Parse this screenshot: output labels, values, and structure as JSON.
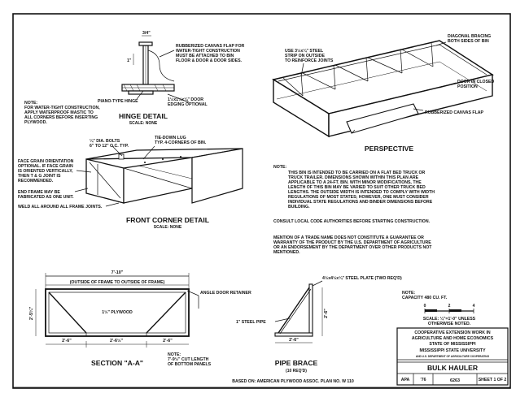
{
  "hinge_detail": {
    "title": "HINGE DETAIL",
    "scale": "SCALE: NONE",
    "labels": {
      "top_dim": "3/4\"",
      "side_dim": "1\"",
      "canvas_flap": [
        "RUBBERIZED CANVAS FLAP FOR",
        "WATER-TIGHT CONSTRUCTION",
        "MUST BE ATTACHED TO BIN",
        "FLOOR & DOOR & DOOR SIDES."
      ],
      "hinge": "PIANO-TYPE HINGE",
      "edging": [
        "1½x1½x¼\" DOOR",
        "EDGING OPTIONAL"
      ]
    }
  },
  "perspective": {
    "title": "PERSPECTIVE",
    "labels": {
      "steel_strip": [
        "USE 3½x¼\" STEEL",
        "STRIP ON OUTSIDE",
        "TO REINFORCE JOINTS"
      ],
      "bracing": [
        "DIAGONAL BRACING",
        "BOTH SIDES OF BIN"
      ],
      "door": [
        "DOOR IN CLOSED",
        "POSITION"
      ],
      "canvas": "RUBBERIZED CANVAS FLAP"
    }
  },
  "note_left": [
    "NOTE:",
    "FOR WATER-TIGHT CONSTRUCTION,",
    "APPLY WATERPROOF MASTIC TO",
    "ALL CORNERS BEFORE INSERTING",
    "PLYWOOD."
  ],
  "front_corner": {
    "title": "FRONT CORNER DETAIL",
    "scale": "SCALE: NONE",
    "labels": {
      "bolts": [
        "¼\" DIA. BOLTS",
        "6\" TO 12\" O.C. TYP."
      ],
      "lug": [
        "TIE-DOWN LUG",
        "TYP. 4-CORNERS OF BIN."
      ],
      "grain": [
        "FACE GRAIN ORIENTATION",
        "OPTIONAL. IF FACE GRAIN",
        "IS ORIENTED VERTICALLY,",
        "THEN T & G JOINT IS",
        "RECOMMENDED."
      ],
      "end_frame": [
        "END FRAME MAY BE",
        "FABRICATED AS ONE UNIT."
      ],
      "weld": "WELD ALL AROUND ALL FRAME JOINTS."
    }
  },
  "note_right": {
    "heading": "NOTE:",
    "lines": [
      "THIS BIN IS INTENDED TO BE CARRIED ON A FLAT BED TRUCK OR",
      "TRUCK TRAILER. DIMENSIONS SHOWN WITHIN THIS PLAN ARE",
      "APPLICABLE TO A 24-FT. BIN. WITH MINOR MODIFICATIONS, THE",
      "LENGTH OF THIS BIN MAY BE VARIED TO SUIT OTHER TRUCK BED",
      "LENGTHS. THE OUTSIDE WIDTH IS INTENDED TO COMPLY WITH WIDTH",
      "REGULATIONS OF MOST STATES; HOWEVER, ONE MUST CONSIDER",
      "INDIVIDUAL STATE REGULATIONS AND BINDER DIMENSIONS BEFORE",
      "BUILDING."
    ],
    "consult": "CONSULT LOCAL CODE AUTHORITIES BEFORE STARTING CONSTRUCTION.",
    "trade": [
      "MENTION OF A TRADE NAME DOES NOT CONSTITUTE A GUARANTEE OR",
      "WARRANTY OF THE PRODUCT BY THE U.S. DEPARTMENT OF AGRICULTURE",
      "OR AN ENDORSEMENT BY THE DEPARTMENT OVER OTHER PRODUCTS NOT",
      "MENTIONED."
    ]
  },
  "section_aa": {
    "title": "SECTION \"A-A\"",
    "overall_dim": "7'-10\"",
    "overall_note": "(OUTSIDE OF FRAME TO OUTSIDE OF FRAME)",
    "height_dim": "2'-5¼\"",
    "plywood": "1½\" PLYWOOD",
    "retainer": "ANGLE DOOR RETAINER",
    "bottom_dims": [
      "2'-6\"",
      "2'-6½\"",
      "2'-6\""
    ],
    "note": [
      "NOTE:",
      "7'-9½\" CUT LENGTH",
      "OF BOTTOM PANELS"
    ]
  },
  "pipe_brace": {
    "title": "PIPE BRACE",
    "subtitle": "(10 REQ'D)",
    "plate": "4½x4½x¼\" STEEL PLATE (TWO REQ'D)",
    "pipe": "1\" STEEL PIPE",
    "height": "2'-6\"",
    "base": "2'-6\""
  },
  "capacity": {
    "heading": "NOTE:",
    "text": "CAPACITY 480 CU. FT."
  },
  "scale_block": {
    "ticks": [
      "0",
      "2",
      "4"
    ],
    "text": [
      "SCALE: ¼\"=1'-0\" UNLESS",
      "OTHERWISE NOTED."
    ]
  },
  "title_block": {
    "org": [
      "COOPERATIVE EXTENSION WORK IN",
      "AGRICULTURE AND HOME ECONOMICS",
      "STATE OF MISSISSIPPI"
    ],
    "university": "MISSISSIPPI STATE UNIVERSITY",
    "fine": "AND U.S. DEPARTMENT OF AGRICULTURE COOPERATING",
    "name": "BULK HAULER",
    "cells": [
      "APA",
      "'76",
      "6263",
      "SHEET 1 OF 2"
    ]
  },
  "footer": "BASED ON: AMERICAN PLYWOOD ASSOC. PLAN NO. W 110"
}
